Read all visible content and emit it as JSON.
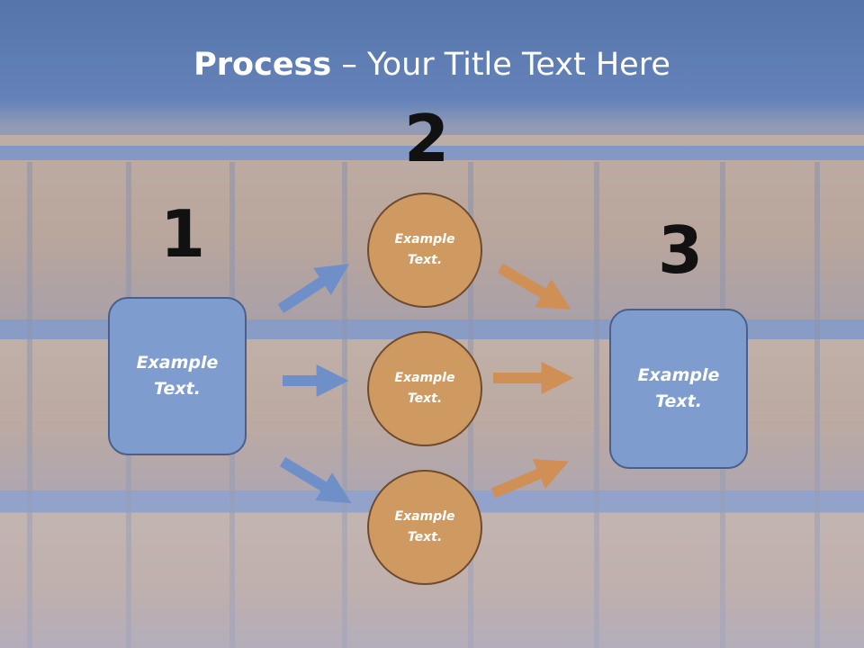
{
  "slide": {
    "title_bold": "Process",
    "title_rest": " – Your Title Text Here"
  },
  "step_numbers": [
    "1",
    "2",
    "3"
  ],
  "left_box": {
    "text": "Example Text."
  },
  "right_box": {
    "text": "Example Text."
  },
  "circles": [
    {
      "text": "Example Text."
    },
    {
      "text": "Example Text."
    },
    {
      "text": "Example Text."
    }
  ],
  "colors": {
    "title_band": "#5575aa",
    "box_fill": "#7f9ccf",
    "circle_fill": "#cf9a62",
    "blue_arrow": "#6f8fc8",
    "orange_arrow": "#d08f55"
  }
}
